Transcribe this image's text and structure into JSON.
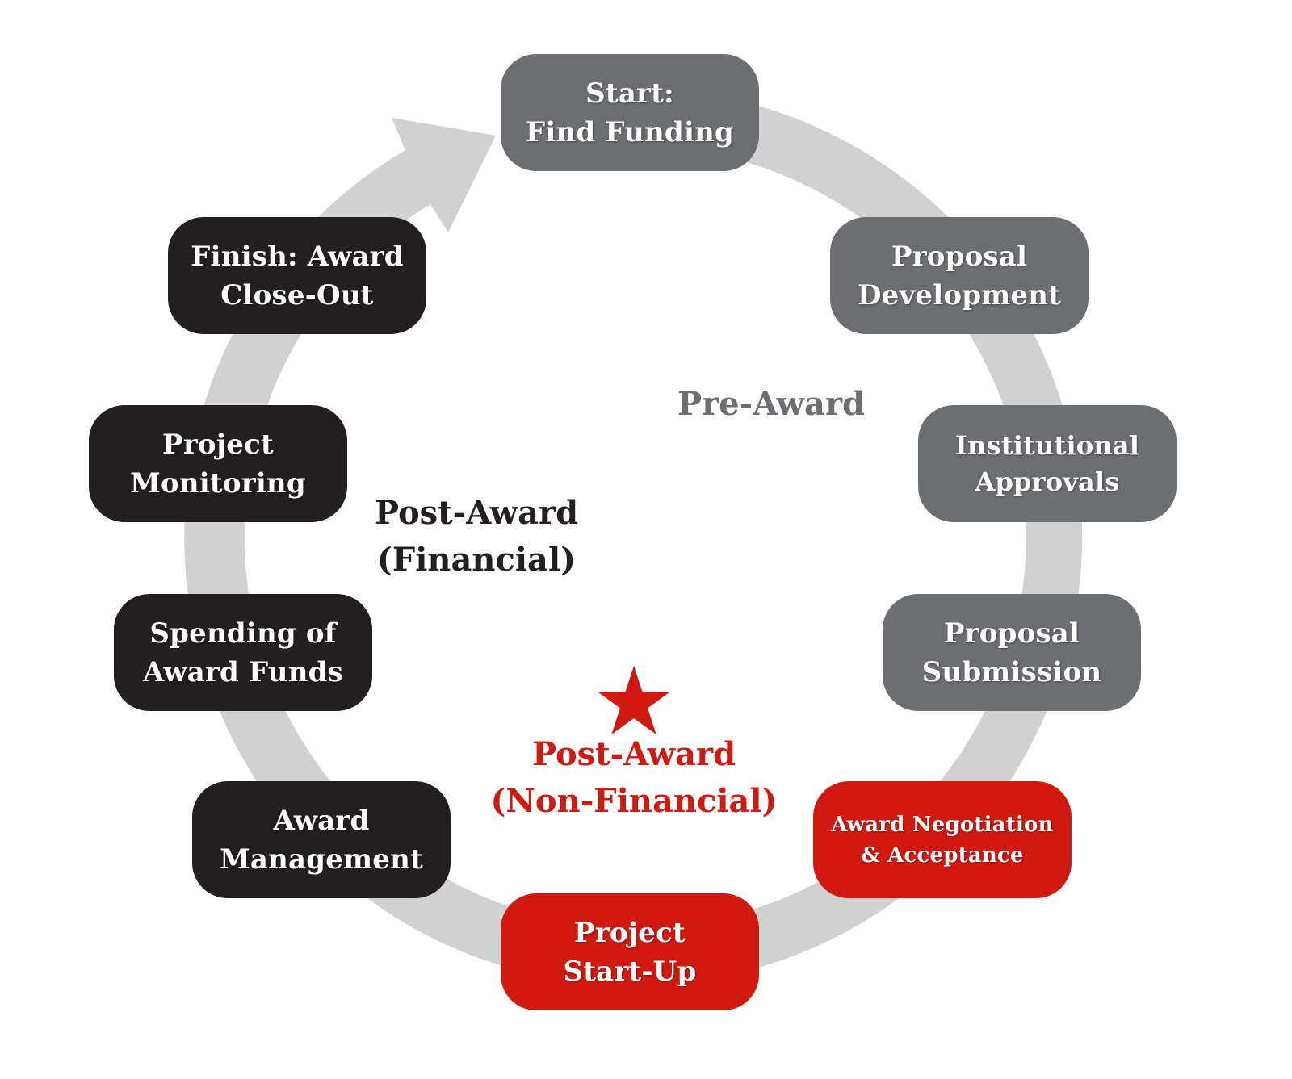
{
  "colors": {
    "pre_award_box": "#6d6e71",
    "post_award_financial_box": "#231f20",
    "post_award_non_financial_box": "#d01a11",
    "cycle_ring": "#d1d1d1",
    "pre_award_label": "#6d6e71",
    "post_award_financial_label": "#231f20",
    "post_award_non_financial_label": "#d01a11",
    "star": "#d01a11",
    "box_text": "#ffffff"
  },
  "stages": [
    {
      "id": "find-funding",
      "phase": "pre_award",
      "lines": [
        "Start:",
        "Find Funding"
      ]
    },
    {
      "id": "proposal-development",
      "phase": "pre_award",
      "lines": [
        "Proposal",
        "Development"
      ]
    },
    {
      "id": "institutional-approvals",
      "phase": "pre_award",
      "lines": [
        "Institutional",
        "Approvals"
      ]
    },
    {
      "id": "proposal-submission",
      "phase": "pre_award",
      "lines": [
        "Proposal",
        "Submission"
      ]
    },
    {
      "id": "award-negotiation",
      "phase": "post_award_non_financial",
      "lines": [
        "Award Negotiation",
        "& Acceptance"
      ]
    },
    {
      "id": "project-start-up",
      "phase": "post_award_non_financial",
      "lines": [
        "Project",
        "Start-Up"
      ]
    },
    {
      "id": "award-management",
      "phase": "post_award_financial",
      "lines": [
        "Award",
        "Management"
      ]
    },
    {
      "id": "spending-of-award-funds",
      "phase": "post_award_financial",
      "lines": [
        "Spending of",
        "Award Funds"
      ]
    },
    {
      "id": "project-monitoring",
      "phase": "post_award_financial",
      "lines": [
        "Project",
        "Monitoring"
      ]
    },
    {
      "id": "award-close-out",
      "phase": "post_award_financial",
      "lines": [
        "Finish: Award",
        "Close-Out"
      ]
    }
  ],
  "phases": {
    "pre_award": {
      "lines": [
        "Pre-Award"
      ]
    },
    "post_award_financial": {
      "lines": [
        "Post-Award",
        "(Financial)"
      ]
    },
    "post_award_non_financial": {
      "lines": [
        "Post-Award",
        "(Non-Financial)"
      ],
      "marker": "star-icon"
    }
  },
  "cycle": {
    "direction": "clockwise",
    "arrow": "arrow-into-start"
  }
}
